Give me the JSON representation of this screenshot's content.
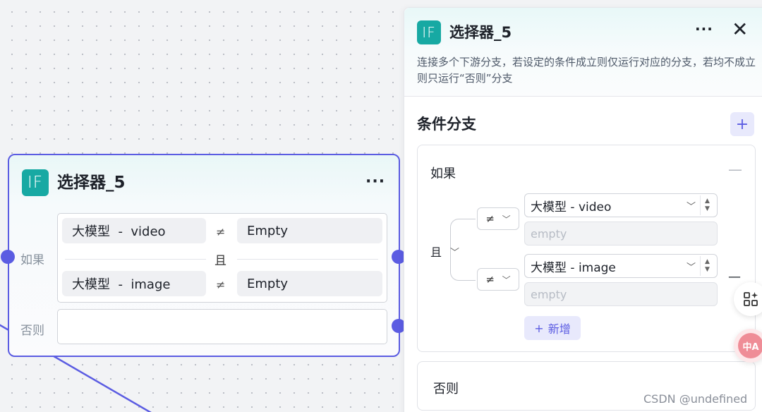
{
  "canvas_node": {
    "icon_text": "IF",
    "title": "选择器_5",
    "more_label": "···",
    "if_label": "如果",
    "else_label": "否则",
    "join_label": "且",
    "conditions": [
      {
        "left": "大模型  -  video",
        "operator": "≠",
        "right": "Empty"
      },
      {
        "left": "大模型  -  image",
        "operator": "≠",
        "right": "Empty"
      }
    ]
  },
  "panel": {
    "icon_text": "IF",
    "title": "选择器_5",
    "more_label": "···",
    "close_label": "✕",
    "description": "连接多个下游分支，若设定的条件成立则仅运行对应的分支，若均不成立则只运行“否则”分支",
    "section_title": "条件分支",
    "add_branch_label": "+",
    "if_card": {
      "label": "如果",
      "collapse_label": "—",
      "logic": "且",
      "conditions": [
        {
          "operator": "≠",
          "variable": "大模型 - video",
          "value_placeholder": "empty"
        },
        {
          "operator": "≠",
          "variable": "大模型 - image",
          "value_placeholder": "empty"
        }
      ],
      "remove_label": "—",
      "add_condition_label": "新增"
    },
    "else_card": {
      "label": "否则"
    }
  },
  "floating": {
    "grid_icon": "apps-sparkle-icon",
    "translate_icon": "translate-icon",
    "translate_text": "中A"
  },
  "watermark": "CSDN @undefined",
  "colors": {
    "accent": "#5b5ce2",
    "if_icon": "#17a9a3",
    "accent_light": "#e8e9fc"
  }
}
